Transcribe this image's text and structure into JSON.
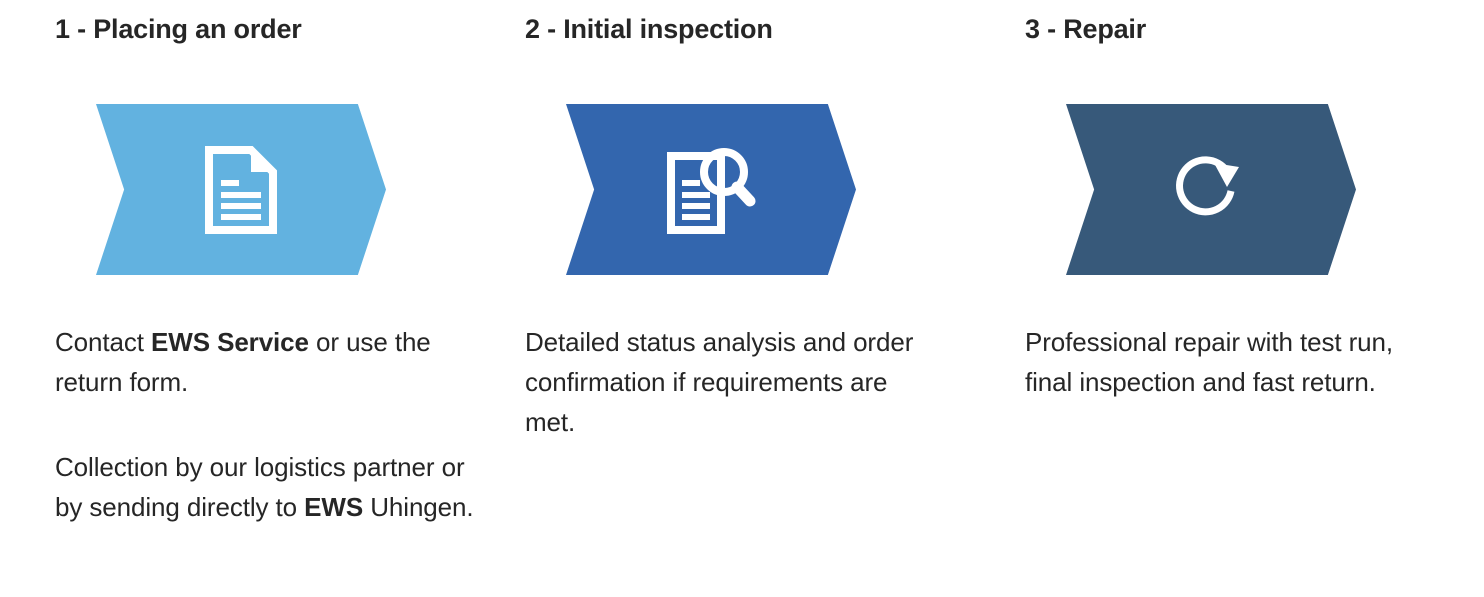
{
  "page": {
    "background_color": "#ffffff",
    "text_color": "#262626"
  },
  "steps": [
    {
      "heading": "1 - Placing an order",
      "chevron_color": "#62b2e0",
      "icon": "document-icon",
      "paragraphs": [
        {
          "id": "p1",
          "runs": [
            {
              "text": "Contact ",
              "bold": false
            },
            {
              "text": "EWS Service",
              "bold": true
            },
            {
              "text": " or use the return form.",
              "bold": false
            }
          ],
          "plain": "Contact EWS Service or use the return form."
        },
        {
          "id": "p2",
          "runs": [
            {
              "text": "Collection by our logistics partner or by sending directly to ",
              "bold": false
            },
            {
              "text": "EWS",
              "bold": true
            },
            {
              "text": " Uhingen.",
              "bold": false
            }
          ],
          "plain": "Collection by our logistics partner or by sending directly to EWS Uhingen."
        }
      ]
    },
    {
      "heading": "2 - Initial inspection",
      "chevron_color": "#3366ae",
      "icon": "document-search-icon",
      "paragraphs": [
        {
          "id": "p1",
          "runs": [
            {
              "text": "Detailed status analysis and order confirmation if requirements are met.",
              "bold": false
            }
          ],
          "plain": "Detailed status analysis and order confirmation if requirements are met."
        }
      ]
    },
    {
      "heading": "3 - Repair",
      "chevron_color": "#37597a",
      "icon": "refresh-icon",
      "paragraphs": [
        {
          "id": "p1",
          "runs": [
            {
              "text": "Professional repair with test run, final inspection and fast return.",
              "bold": false
            }
          ],
          "plain": "Professional repair with test run, final inspection and fast return."
        }
      ]
    }
  ]
}
